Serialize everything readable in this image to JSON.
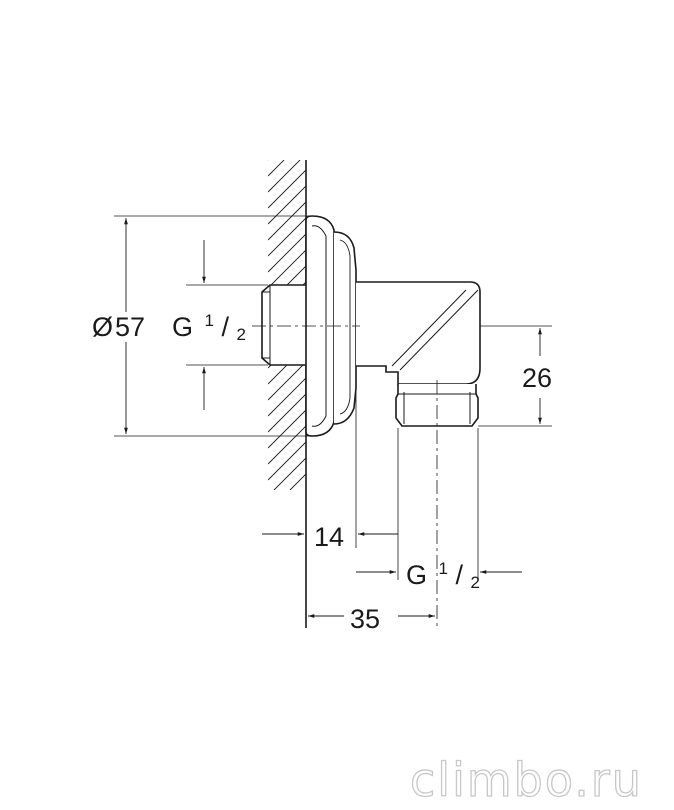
{
  "dimensions": {
    "diameter_symbol": "Ø",
    "diameter_value": "57",
    "thread_left_g": "G",
    "thread_left_num": "1",
    "thread_left_den": "2",
    "height_value": "26",
    "depth_value": "14",
    "thread_bottom_g": "G",
    "thread_bottom_num": "1",
    "thread_bottom_den": "2",
    "length_value": "35"
  },
  "watermark": "climbo.ru",
  "colors": {
    "line": "#1a1a1a",
    "watermark": "#c8c8c8"
  }
}
